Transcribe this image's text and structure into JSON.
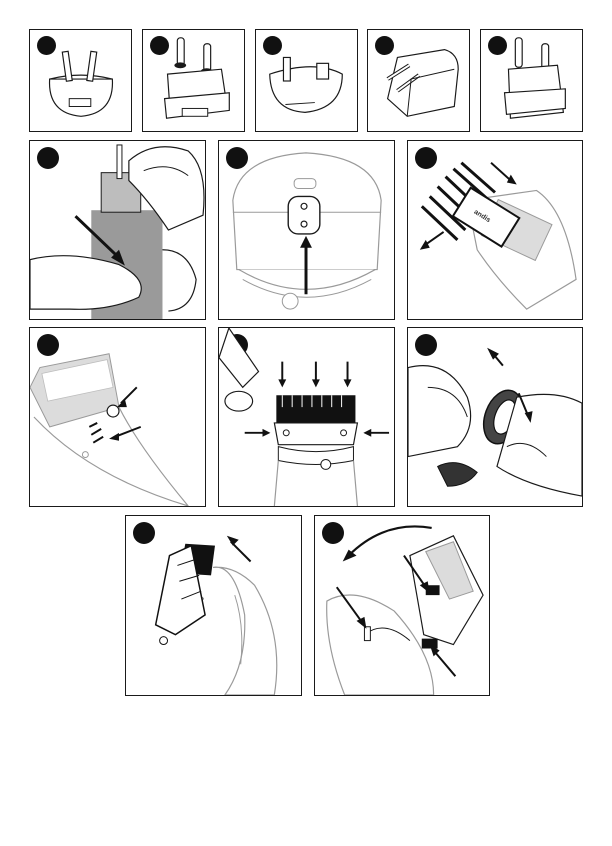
{
  "brand": {
    "comb_label": "andis",
    "handle_label": "andis"
  },
  "colors": {
    "line": "#1a1a1a",
    "device_gray": "#dcdcdc",
    "dark_fill": "#111111",
    "shadow_gray": "#9a9a9a"
  },
  "rows": [
    {
      "row": 1,
      "panels": [
        "plug-au",
        "plug-eu-round",
        "plug-uk",
        "plug-us",
        "plug-eu-adapter"
      ]
    },
    {
      "row": 2,
      "panels": [
        "insert-adapter",
        "charging-socket",
        "attach-comb"
      ]
    },
    {
      "row": 3,
      "panels": [
        "speed-switch",
        "blade-oil",
        "rotate-ring"
      ]
    },
    {
      "row": 4,
      "panels": [
        "remove-blade",
        "replace-blade"
      ]
    }
  ]
}
